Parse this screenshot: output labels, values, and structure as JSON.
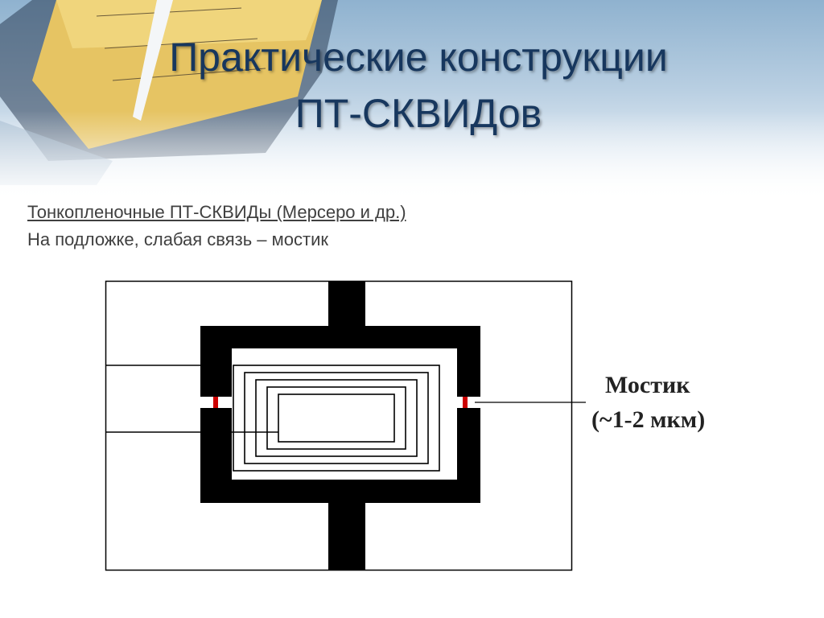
{
  "slide": {
    "title": "Практические конструкции ПТ-СКВИДов",
    "subtitle": "Тонкопленочные ПТ-СКВИДы (Мерсеро и др.)",
    "body": "На подложке, слабая связь – мостик"
  },
  "diagram": {
    "bridge_label": "Мостик",
    "bridge_size": "(~1-2 мкм)",
    "colors": {
      "film": "#000000",
      "bridge": "#cc0000",
      "substrate": "#ffffff"
    }
  },
  "colors": {
    "title": "#17375e",
    "text": "#404040"
  }
}
